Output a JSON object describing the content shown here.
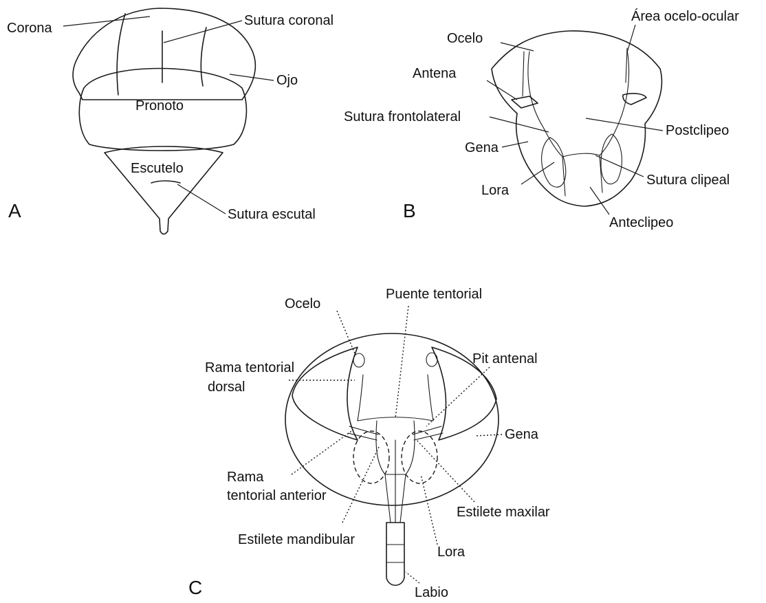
{
  "panels": {
    "a": {
      "letter": "A",
      "labels": {
        "corona": "Corona",
        "sutura_coronal": "Sutura coronal",
        "ojo": "Ojo",
        "pronoto": "Pronoto",
        "escutelo": "Escutelo",
        "sutura_escutal": "Sutura escutal"
      }
    },
    "b": {
      "letter": "B",
      "labels": {
        "ocelo": "Ocelo",
        "area_ocelo_ocular": "Área ocelo-ocular",
        "antena": "Antena",
        "sutura_frontolateral": "Sutura frontolateral",
        "postclipeo": "Postclipeo",
        "gena": "Gena",
        "sutura_clipeal": "Sutura clipeal",
        "lora": "Lora",
        "anteclipeo": "Anteclipeo"
      }
    },
    "c": {
      "letter": "C",
      "labels": {
        "puente_tentorial": "Puente tentorial",
        "ocelo": "Ocelo",
        "pit_antenal": "Pit antenal",
        "rama_tentorial_dorsal_1": "Rama tentorial",
        "rama_tentorial_dorsal_2": "dorsal",
        "gena": "Gena",
        "rama_tentorial_anterior_1": "Rama",
        "rama_tentorial_anterior_2": "tentorial anterior",
        "estilete_maxilar": "Estilete maxilar",
        "estilete_mandibular": "Estilete mandibular",
        "lora": "Lora",
        "labio": "Labio"
      }
    }
  }
}
